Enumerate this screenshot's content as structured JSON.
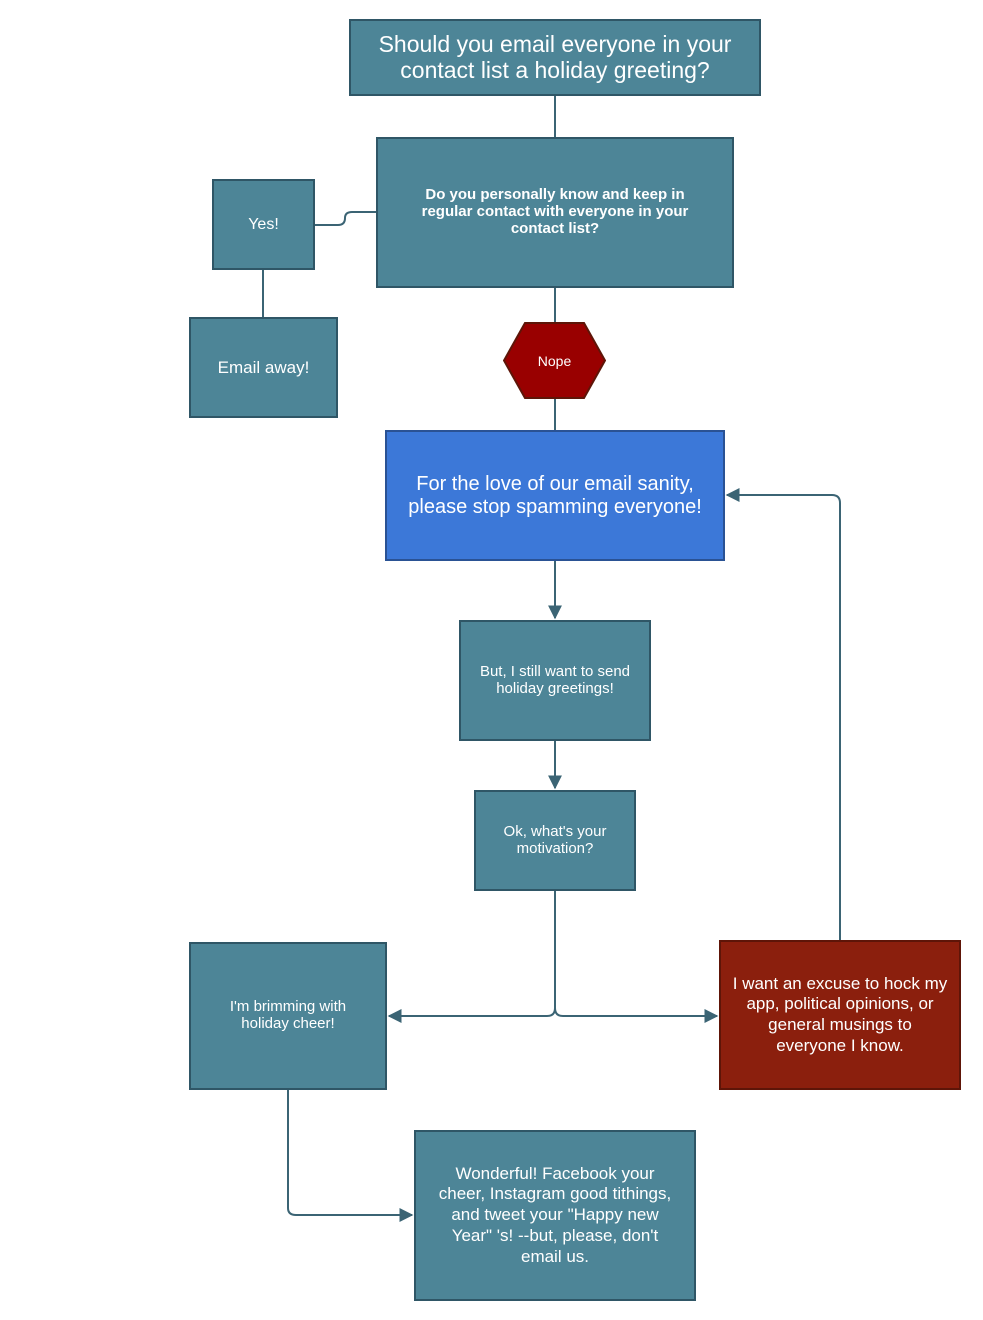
{
  "flowchart": {
    "title": "Should you email everyone in your contact list a holiday greeting?",
    "question_know": "Do you personally know and keep in regular contact with everyone in your contact list?",
    "answer_yes": "Yes!",
    "result_email_away": "Email away!",
    "answer_nope": "Nope",
    "stop_spamming": "For the love of our email sanity, please stop spamming everyone!",
    "still_want": "But, I still want to send holiday greetings!",
    "motivation": "Ok, what's your motivation?",
    "holiday_cheer": "I'm brimming with holiday cheer!",
    "excuse_to_hock": "I want an excuse to hock my app, political opinions, or general musings to everyone I know.",
    "wonderful": "Wonderful! Facebook your cheer, Instagram good tithings, and tweet your \"Happy new Year\" 's! --but, please, don't email us."
  },
  "colors": {
    "node_teal": "#4d8597",
    "node_blue": "#3c78d8",
    "node_red": "#8b1f0d",
    "hexagon_red": "#990000",
    "connector": "#3b6474"
  }
}
